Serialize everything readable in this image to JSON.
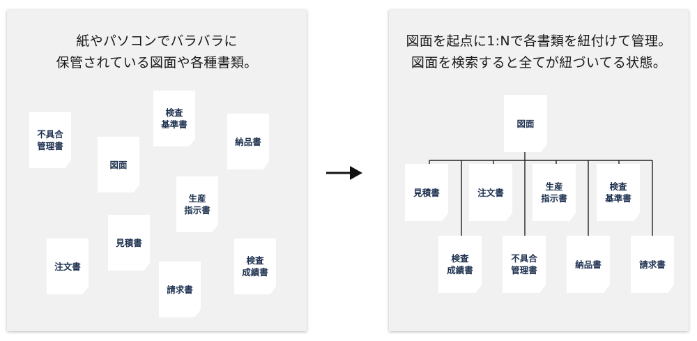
{
  "left": {
    "caption_line1": "紙やパソコンでバラバラに",
    "caption_line2": "保管されている図面や各種書類。",
    "documents": {
      "fuguai": "不具合\n管理書",
      "kensa_kijun": "検査\n基準書",
      "nouhin": "納品書",
      "zumen": "図面",
      "seisan": "生産\n指示書",
      "mitsumori": "見積書",
      "chuumon": "注文書",
      "seikyuu": "請求書",
      "kensa_seiseki": "検査\n成績書"
    }
  },
  "arrow": {
    "icon": "right-arrow-icon"
  },
  "right": {
    "caption_line1": "図面を起点に1:Nで各書類を紐付けて管理。",
    "caption_line2": "図面を検索すると全てが紐づいてる状態。",
    "root": "図面",
    "children": {
      "mitsumori": "見積書",
      "chuumon": "注文書",
      "seisan": "生産\n指示書",
      "kensa_kijun": "検査\n基準書",
      "kensa_seiseki": "検査\n成績書",
      "fuguai": "不具合\n管理書",
      "nouhin": "納品書",
      "seikyuu": "請求書"
    }
  }
}
